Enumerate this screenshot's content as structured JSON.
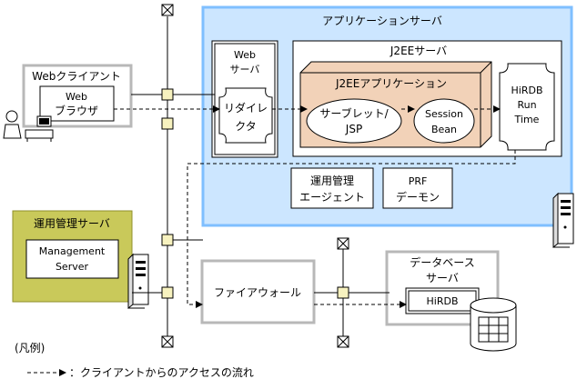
{
  "app_server": {
    "title": "アプリケーションサーバ"
  },
  "j2ee_server": {
    "title": "J2EEサーバ"
  },
  "web_server": {
    "line1": "Web",
    "line2": "サーバ"
  },
  "redirector": {
    "line1": "リダイレ",
    "line2": "クタ"
  },
  "j2ee_app": {
    "title": "J2EEアプリケーション"
  },
  "servlet": {
    "line1": "サーブレット/",
    "line2": "JSP"
  },
  "session_bean": {
    "line1": "Session",
    "line2": "Bean"
  },
  "hirdb_runtime": {
    "line1": "HiRDB",
    "line2": "Run",
    "line3": "Time"
  },
  "mgmt_agent": {
    "line1": "運用管理",
    "line2": "エージェント"
  },
  "prf_daemon": {
    "line1": "PRF",
    "line2": "デーモン"
  },
  "web_client": {
    "title": "Webクライアント",
    "browser_line1": "Web",
    "browser_line2": "ブラウザ"
  },
  "mgmt_server": {
    "title": "運用管理サーバ",
    "inner_line1": "Management",
    "inner_line2": "Server"
  },
  "firewall": {
    "label": "ファイアウォール"
  },
  "db_server": {
    "line1": "データベース",
    "line2": "サーバ",
    "inner": "HiRDB"
  },
  "legend": {
    "title": "(凡例)",
    "arrow_text": "：クライアントからのアクセスの流れ"
  },
  "colors": {
    "app_server_fill": "#cce6ff",
    "app_server_border": "#7fbfff",
    "j2ee_app_fill": "#f2d2b8",
    "mgmt_fill": "#c9c95a",
    "gray_border": "#b8b8b8"
  }
}
